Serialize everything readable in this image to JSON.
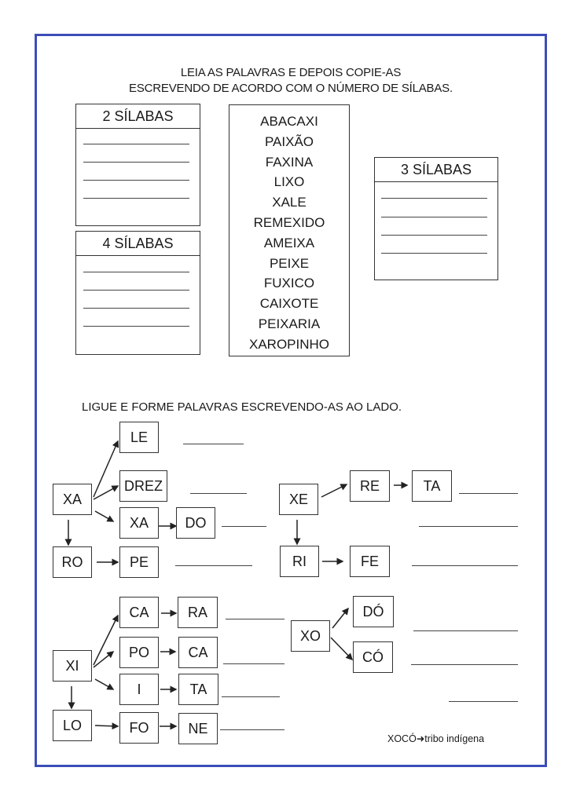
{
  "accent_color": "#3c4db8",
  "section1": {
    "instruction_line1": "LEIA AS PALAVRAS E DEPOIS COPIE-AS",
    "instruction_line2": "ESCREVENDO DE ACORDO COM O NÚMERO DE SÍLABAS.",
    "box_2": "2 SÍLABAS",
    "box_3": "3 SÍLABAS",
    "box_4": "4 SÍLABAS",
    "words": [
      "ABACAXI",
      "PAIXÃO",
      "FAXINA",
      "LIXO",
      "XALE",
      "REMEXIDO",
      "AMEIXA",
      "PEIXE",
      "FUXICO",
      "CAIXOTE",
      "PEIXARIA",
      "XAROPINHO"
    ]
  },
  "section2": {
    "instruction": "LIGUE E FORME PALAVRAS ESCREVENDO-AS AO LADO.",
    "syllables": {
      "xa": "XA",
      "le": "LE",
      "drez": "DREZ",
      "xa2": "XA",
      "do": "DO",
      "ro": "RO",
      "pe": "PE",
      "xe": "XE",
      "re": "RE",
      "ta": "TA",
      "ri": "RI",
      "fe": "FE",
      "xi": "XI",
      "ca": "CA",
      "ra": "RA",
      "po": "PO",
      "ca2": "CA",
      "i": "I",
      "ta2": "TA",
      "lo": "LO",
      "fo": "FO",
      "ne": "NE",
      "xo": "XO",
      "do_acc": "DÓ",
      "co_acc": "CÓ"
    },
    "footnote_word": "XOCÓ",
    "footnote_meaning": "tribo indígena"
  }
}
